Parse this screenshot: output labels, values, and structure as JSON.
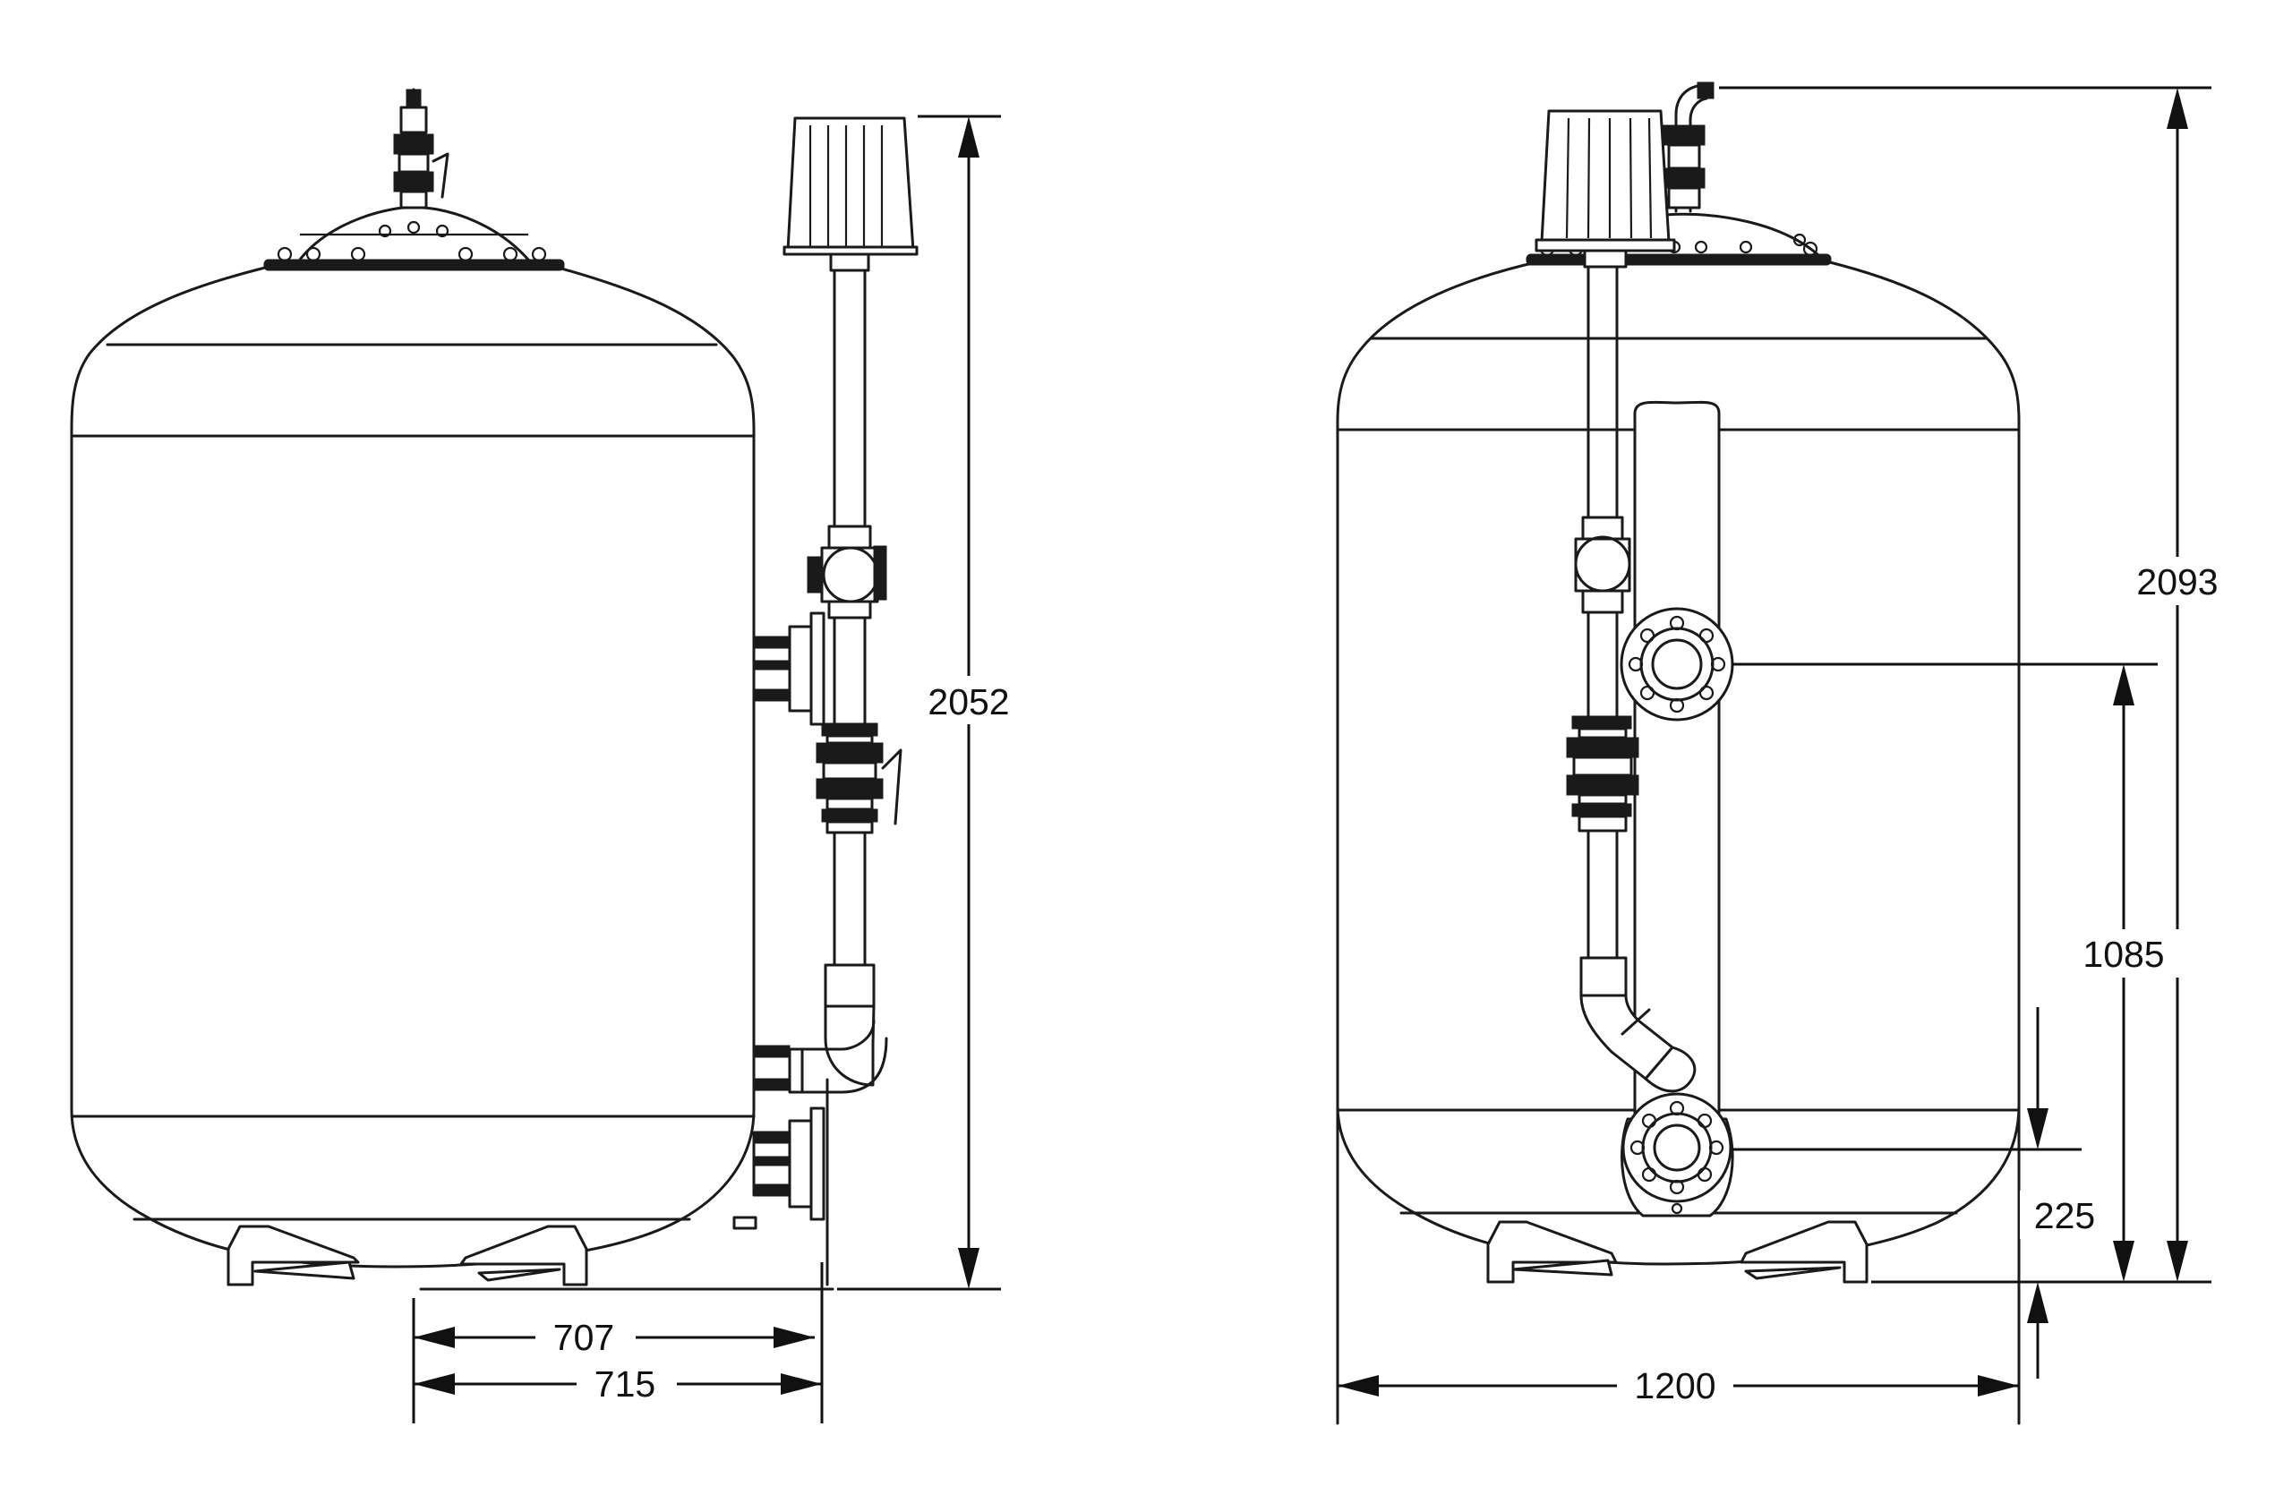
{
  "dimensions": {
    "left_total_height": "2052",
    "left_pipe_offset_inner": "707",
    "left_pipe_offset_outer": "715",
    "right_total_height": "2093",
    "right_upper_flange_height": "1085",
    "right_lower_flange_height": "225",
    "right_tank_width": "1200"
  },
  "colors": {
    "line": "#1a1a1a",
    "background": "#ffffff"
  }
}
